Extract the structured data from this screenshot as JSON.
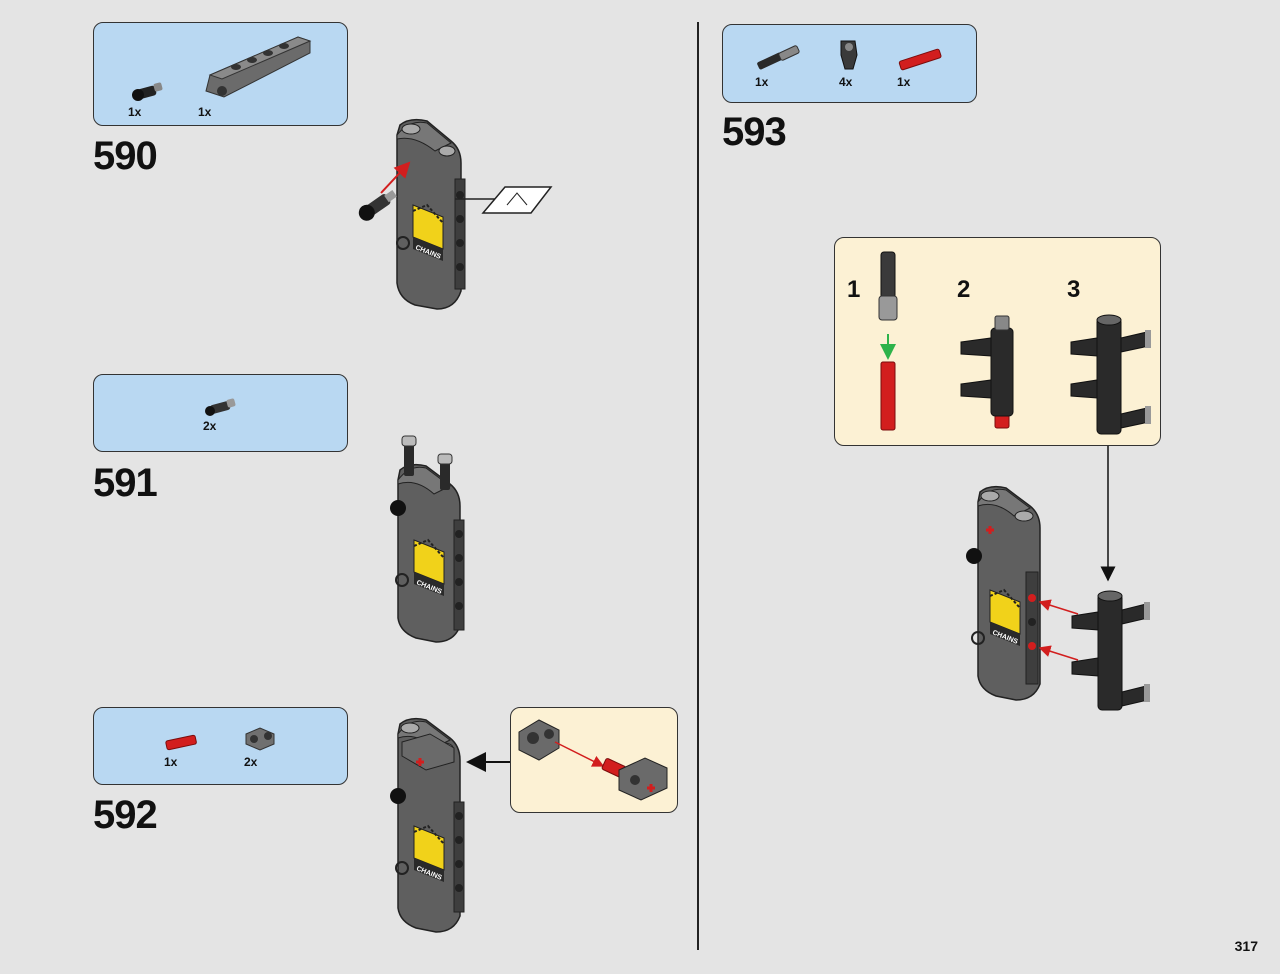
{
  "page_number": "317",
  "steps": [
    {
      "number": "590",
      "parts": [
        {
          "qty": "1x",
          "icon": "bush-pin-icon"
        },
        {
          "qty": "1x",
          "icon": "beam-icon"
        }
      ]
    },
    {
      "number": "591",
      "parts": [
        {
          "qty": "2x",
          "icon": "bush-pin-icon"
        }
      ]
    },
    {
      "number": "592",
      "parts": [
        {
          "qty": "1x",
          "icon": "red-axle-icon"
        },
        {
          "qty": "2x",
          "icon": "connector-icon"
        }
      ]
    },
    {
      "number": "593",
      "parts": [
        {
          "qty": "1x",
          "icon": "pin-axle-icon"
        },
        {
          "qty": "4x",
          "icon": "connector-icon"
        },
        {
          "qty": "1x",
          "icon": "red-axle-icon"
        }
      ],
      "substeps": [
        "1",
        "2",
        "3"
      ]
    }
  ],
  "sticker_text": "CHAINS",
  "colors": {
    "parts_box": "#b9d8f2",
    "sub_box": "#fcf1d4",
    "background": "#e4e4e4",
    "part_gray": "#5f5f5f",
    "part_dark": "#2a2a2a",
    "accent_red": "#d21e1e",
    "sticker_yellow": "#f1d21a",
    "insert_arrow_green": "#2db34a"
  }
}
